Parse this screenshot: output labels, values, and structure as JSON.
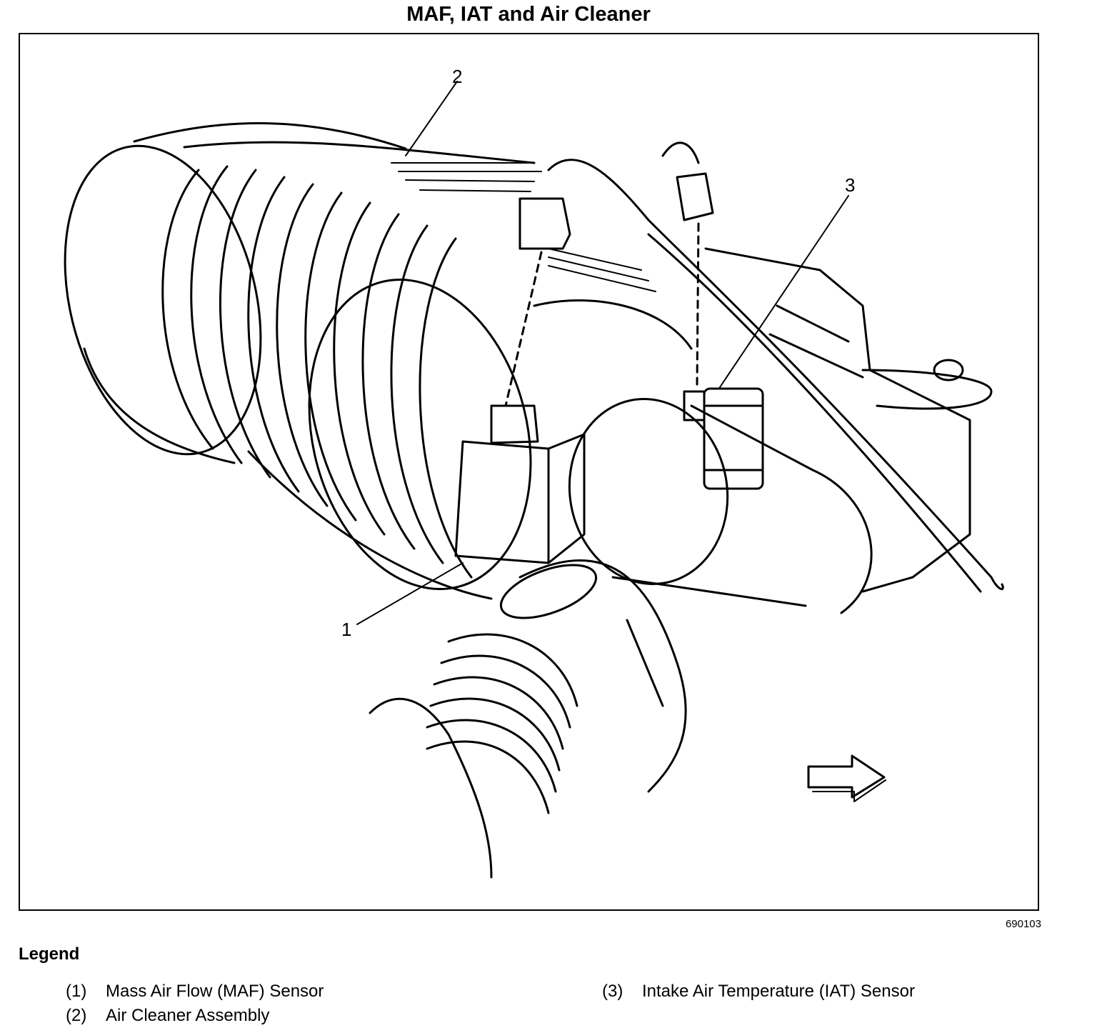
{
  "title": "MAF, IAT and Air Cleaner",
  "figure_id": "690103",
  "callouts": [
    {
      "num": "1",
      "name": "Mass Air Flow (MAF) Sensor"
    },
    {
      "num": "2",
      "name": "Air Cleaner Assembly"
    },
    {
      "num": "3",
      "name": "Intake Air Temperature (IAT) Sensor"
    }
  ],
  "legend": {
    "heading": "Legend",
    "items": [
      {
        "num": "(1)",
        "label": "Mass Air Flow (MAF) Sensor"
      },
      {
        "num": "(2)",
        "label": "Air Cleaner Assembly"
      },
      {
        "num": "(3)",
        "label": "Intake Air Temperature (IAT) Sensor"
      }
    ]
  },
  "direction_arrow": "right-arrow-icon"
}
